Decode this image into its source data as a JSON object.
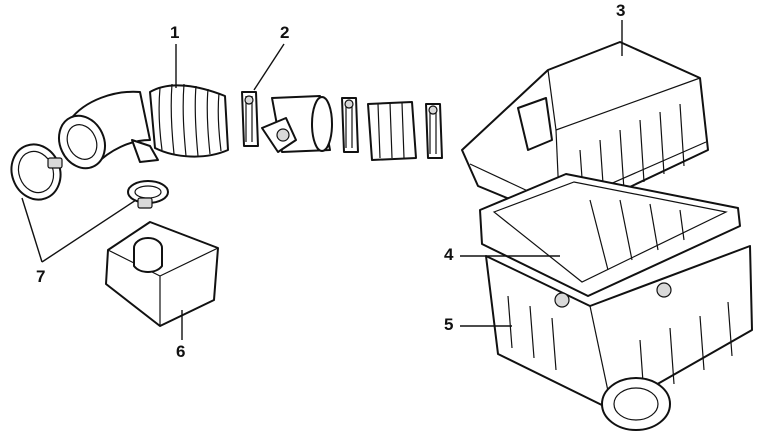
{
  "colors": {
    "ink": "#111111",
    "paper": "#ffffff",
    "shade": "#d9d9d9"
  },
  "callouts": [
    {
      "id": "1",
      "label": "1"
    },
    {
      "id": "2",
      "label": "2"
    },
    {
      "id": "3",
      "label": "3"
    },
    {
      "id": "4",
      "label": "4"
    },
    {
      "id": "5",
      "label": "5"
    },
    {
      "id": "6",
      "label": "6"
    },
    {
      "id": "7",
      "label": "7"
    }
  ]
}
